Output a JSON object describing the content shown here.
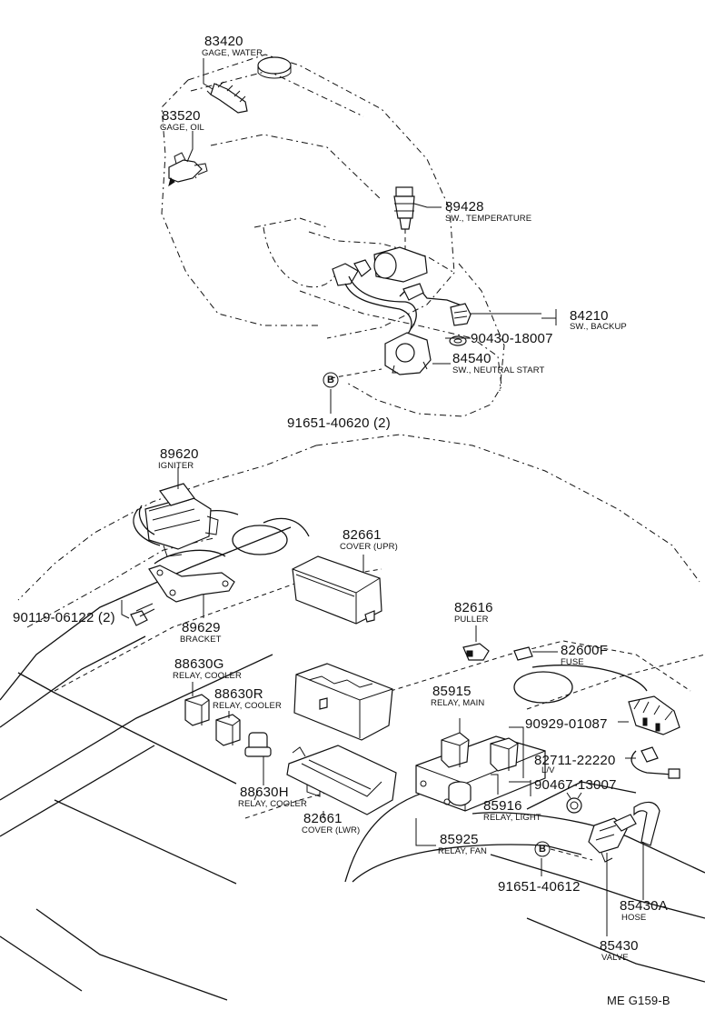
{
  "labels": [
    {
      "id": "83420",
      "part": "83420",
      "desc": "GAGE, WATER"
    },
    {
      "id": "83520",
      "part": "83520",
      "desc": "GAGE, OIL"
    },
    {
      "id": "89428",
      "part": "89428",
      "desc": "SW., TEMPERATURE"
    },
    {
      "id": "84210",
      "part": "84210",
      "desc": "SW., BACKUP"
    },
    {
      "id": "90430",
      "part": "90430-18007",
      "desc": ""
    },
    {
      "id": "84540",
      "part": "84540",
      "desc": "SW., NEUTRAL START"
    },
    {
      "id": "91651a",
      "part": "91651-40620 (2)",
      "desc": ""
    },
    {
      "id": "89620",
      "part": "89620",
      "desc": "IGNITER"
    },
    {
      "id": "82661u",
      "part": "82661",
      "desc": "COVER (UPR)"
    },
    {
      "id": "90119",
      "part": "90119-06122 (2)",
      "desc": ""
    },
    {
      "id": "89629",
      "part": "89629",
      "desc": "BRACKET"
    },
    {
      "id": "82616",
      "part": "82616",
      "desc": "PULLER"
    },
    {
      "id": "82600F",
      "part": "82600F",
      "desc": "FUSE"
    },
    {
      "id": "88630G",
      "part": "88630G",
      "desc": "RELAY, COOLER"
    },
    {
      "id": "88630R",
      "part": "88630R",
      "desc": "RELAY, COOLER"
    },
    {
      "id": "85915",
      "part": "85915",
      "desc": "RELAY, MAIN"
    },
    {
      "id": "90929",
      "part": "90929-01087",
      "desc": ""
    },
    {
      "id": "82711",
      "part": "82711-22220",
      "desc": ""
    },
    {
      "id": "90467",
      "part": "90467-13007",
      "desc": ""
    },
    {
      "id": "88630H",
      "part": "88630H",
      "desc": "RELAY, COOLER"
    },
    {
      "id": "82661l",
      "part": "82661",
      "desc": "COVER (LWR)"
    },
    {
      "id": "85916",
      "part": "85916",
      "desc": "RELAY, LIGHT"
    },
    {
      "id": "85925",
      "part": "85925",
      "desc": "RELAY, FAN"
    },
    {
      "id": "91651b",
      "part": "91651-40612",
      "desc": ""
    },
    {
      "id": "85430A",
      "part": "85430A",
      "desc": "HOSE"
    },
    {
      "id": "85430",
      "part": "85430",
      "desc": "VALVE"
    }
  ],
  "bubbles": {
    "b1": "B",
    "b2": "B"
  },
  "misc": {
    "lv": "L/V"
  },
  "footer": {
    "code": "ME G159-B"
  }
}
